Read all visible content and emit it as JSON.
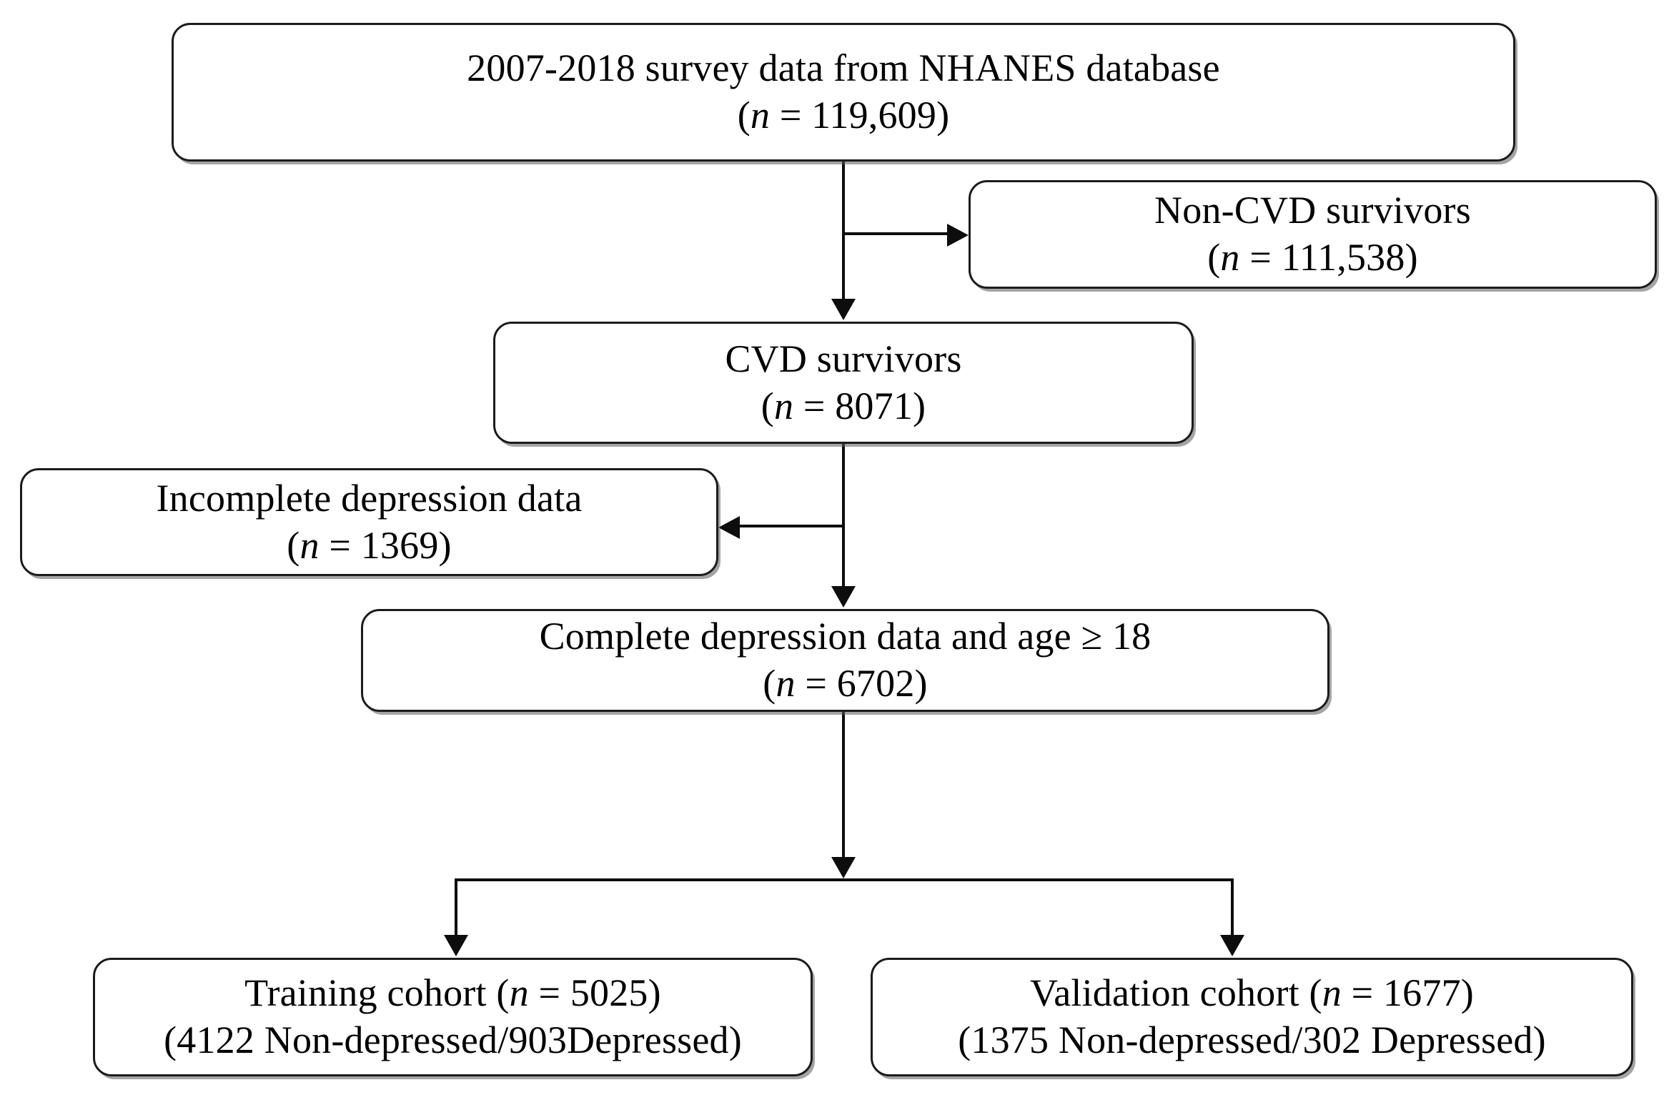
{
  "diagram": {
    "type": "flowchart",
    "title": "NHANES CVD survivor depression cohort selection flowchart",
    "colors": {
      "box_border": "#1b1b1b",
      "connector": "#0d0d0d",
      "background": "#ffffff",
      "text": "#000000",
      "shadow": "#5a5a5a"
    },
    "nodes": [
      {
        "id": "source",
        "name": "nhanes-source-box",
        "line1": "2007-2018 survey data from NHANES database",
        "n_label": "n",
        "n_value": "= 119,609",
        "line2": "(n = 119,609)",
        "count": 119609
      },
      {
        "id": "non-cvd",
        "name": "non-cvd-survivors-box",
        "line1": "Non-CVD survivors",
        "n_label": "n",
        "n_value": "= 111,538",
        "line2": "(n = 111,538)",
        "count": 111538
      },
      {
        "id": "cvd",
        "name": "cvd-survivors-box",
        "line1": "CVD survivors",
        "n_label": "n",
        "n_value": "= 8071",
        "line2": "(n = 8071)",
        "count": 8071
      },
      {
        "id": "incomplete",
        "name": "incomplete-depression-data-box",
        "line1": "Incomplete depression data",
        "n_label": "n",
        "n_value": "= 1369",
        "line2": "(n = 1369)",
        "count": 1369
      },
      {
        "id": "complete",
        "name": "complete-depression-data-box",
        "line1": "Complete depression data and age ≥ 18",
        "n_label": "n",
        "n_value": "= 6702",
        "line2": "(n = 6702)",
        "count": 6702
      },
      {
        "id": "training",
        "name": "training-cohort-box",
        "line1_pre": "Training cohort (",
        "n_label": "n",
        "line1_post": " = 5025)",
        "line2": "(4122 Non-depressed/903Depressed)",
        "count": 5025,
        "non_depressed": 4122,
        "depressed": 903
      },
      {
        "id": "validation",
        "name": "validation-cohort-box",
        "line1_pre": "Validation cohort (",
        "n_label": "n",
        "line1_post": " = 1677)",
        "line2": "(1375 Non-depressed/302 Depressed)",
        "count": 1677,
        "non_depressed": 1375,
        "depressed": 302
      }
    ],
    "edges": [
      {
        "from": "source",
        "to": "non-cvd",
        "kind": "branch-right"
      },
      {
        "from": "source",
        "to": "cvd",
        "kind": "straight-down"
      },
      {
        "from": "cvd",
        "to": "incomplete",
        "kind": "branch-left"
      },
      {
        "from": "cvd",
        "to": "complete",
        "kind": "straight-down"
      },
      {
        "from": "complete",
        "to": "training",
        "kind": "fork-left"
      },
      {
        "from": "complete",
        "to": "validation",
        "kind": "fork-right"
      }
    ]
  }
}
